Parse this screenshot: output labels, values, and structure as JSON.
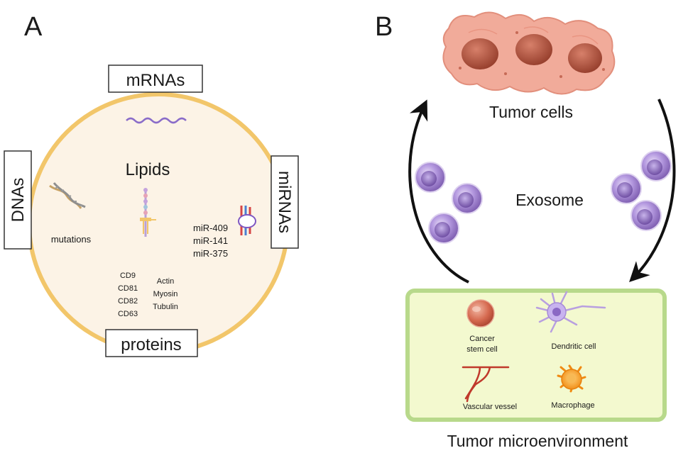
{
  "panel_a": {
    "letter": "A",
    "boxes": {
      "top": "mRNAs",
      "left": "DNAs",
      "right": "miRNAs",
      "bottom": "proteins"
    },
    "center_label": "Lipids",
    "dna_label": "mutations",
    "mirnas": [
      "miR-409",
      "miR-141",
      "miR-375"
    ],
    "cd_markers": [
      "CD9",
      "CD81",
      "CD82",
      "CD63"
    ],
    "cytoskeleton": [
      "Actin",
      "Myosin",
      "Tubulin"
    ]
  },
  "panel_b": {
    "letter": "B",
    "tumor_cells": "Tumor cells",
    "exosome": "Exosome",
    "microenvironment_title": "Tumor microenvironment",
    "components": {
      "cancer_stem_line1": "Cancer",
      "cancer_stem_line2": "stem cell",
      "dendritic": "Dendritic cell",
      "vascular": "Vascular vessel",
      "macrophage": "Macrophage"
    }
  },
  "colors": {
    "exosome_border": "#f2c66a",
    "exosome_fill": "#fcf3e6",
    "tumor": "#ec9d8c",
    "nucleus": "#b8553f",
    "vesicle": "#9b7cc8",
    "env_border": "#b8d98b",
    "env_fill": "#f3f9cf",
    "vessel": "#c0392b",
    "macrophage": "#f2a21a"
  }
}
